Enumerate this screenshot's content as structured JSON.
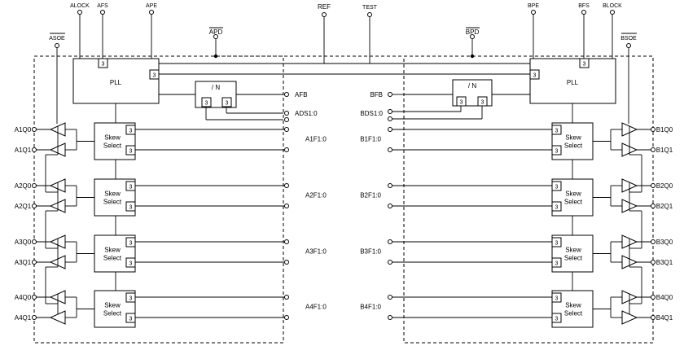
{
  "top_pins": {
    "alock": "ALOCK",
    "afs": "AFS",
    "ape": "APE",
    "ref": "REF",
    "test": "TEST",
    "bpe": "BPE",
    "bfs": "BFS",
    "block": "BLOCK"
  },
  "power_down": {
    "a": "APD",
    "b": "BPD"
  },
  "output_enable": {
    "a": "ASOE",
    "b": "BSOE"
  },
  "blocks": {
    "pll": "PLL",
    "divider": "/ N",
    "skew_line1": "Skew",
    "skew_line2": "Select",
    "sel": "3"
  },
  "feedback": {
    "afb": "AFB",
    "bfb": "BFB",
    "ads": "ADS1:0",
    "bds": "BDS1:0"
  },
  "a_side": {
    "outputs": [
      "A1Q0",
      "A1Q1",
      "A2Q0",
      "A2Q1",
      "A3Q0",
      "A3Q1",
      "A4Q0",
      "A4Q1"
    ],
    "freq": [
      "A1F1:0",
      "A2F1:0",
      "A3F1:0",
      "A4F1:0"
    ]
  },
  "b_side": {
    "outputs": [
      "B1Q0",
      "B1Q1",
      "B2Q0",
      "B2Q1",
      "B3Q0",
      "B3Q1",
      "B4Q0",
      "B4Q1"
    ],
    "freq": [
      "B1F1:0",
      "B2F1:0",
      "B3F1:0",
      "B4F1:0"
    ]
  }
}
